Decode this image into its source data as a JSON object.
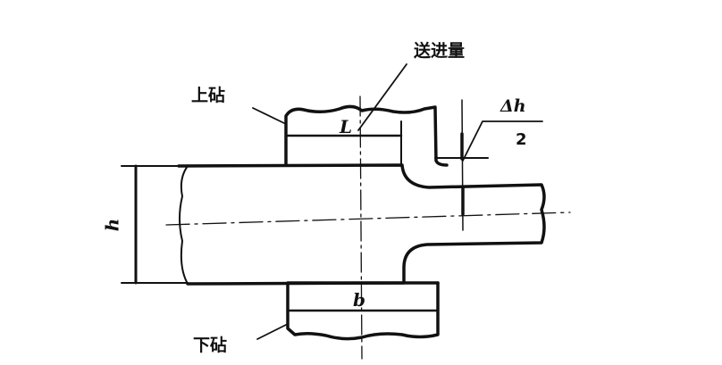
{
  "labels": {
    "feed": "送进量",
    "upper_anvil": "上砧",
    "lower_anvil": "下砧",
    "feed_length": "L",
    "anvil_width": "b",
    "height": "h",
    "reduction_numerator": "Δh",
    "reduction_denominator": "2"
  },
  "colors": {
    "ink": "#111111",
    "background": "#ffffff"
  }
}
